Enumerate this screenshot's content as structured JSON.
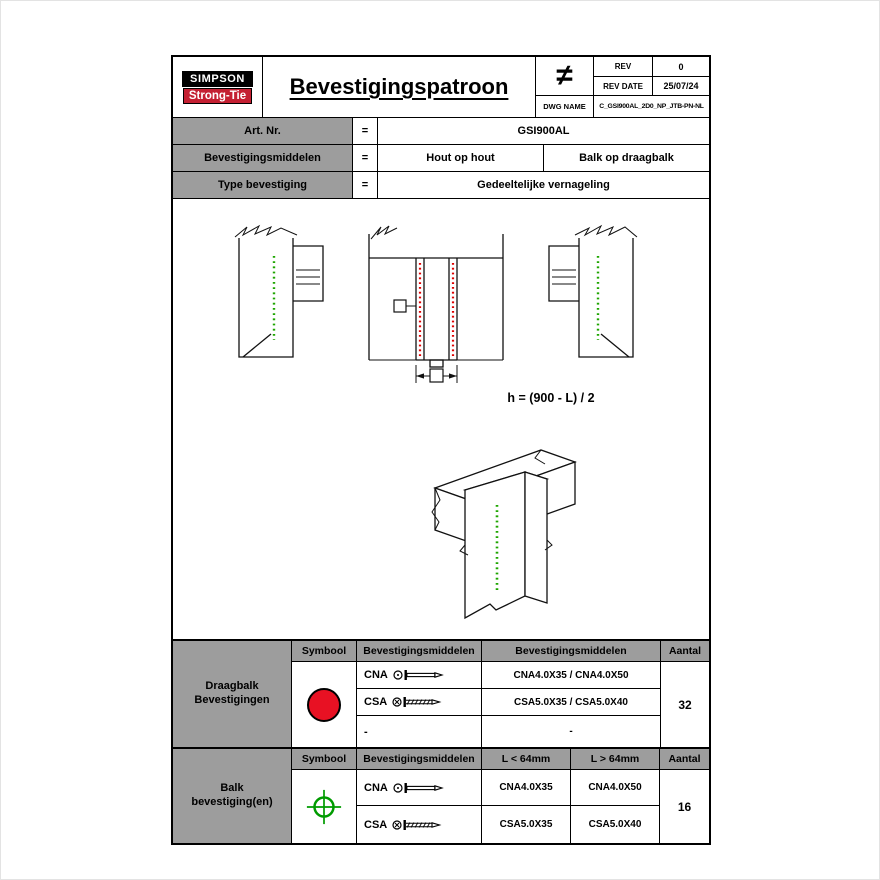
{
  "colors": {
    "header-gray": "#9d9d9d",
    "brand-red": "#c42032",
    "symbol-red": "#e81123",
    "symbol-green": "#009b00",
    "nail-green": "#1ea500",
    "nail-red": "#e00000"
  },
  "header": {
    "logo_line1": "SIMPSON",
    "logo_line2": "Strong-Tie",
    "title": "Bevestigingspatroon",
    "symbol": "≠",
    "rev_label": "REV",
    "rev_value": "0",
    "rev_date_label": "REV DATE",
    "rev_date_value": "25/07/24",
    "dwg_name_label": "DWG NAME",
    "dwg_name_value": "C_GSI900AL_2D0_NP_JTB-PN-NL"
  },
  "info": {
    "art_label": "Art. Nr.",
    "art_eq": "=",
    "art_value": "GSI900AL",
    "fasteners_label": "Bevestigingsmiddelen",
    "fasteners_eq": "=",
    "fasteners_value1": "Hout op hout",
    "fasteners_value2": "Balk op draagbalk",
    "type_label": "Type bevestiging",
    "type_eq": "=",
    "type_value": "Gedeeltelijke vernageling"
  },
  "drawing": {
    "formula": "h = (900 - L) / 2"
  },
  "table_draagbalk": {
    "row_label": "Draagbalk\nBevestigingen",
    "col_symbool": "Symbool",
    "col_type": "Bevestigingsmiddelen",
    "col_spec": "Bevestigingsmiddelen",
    "col_aantal": "Aantal",
    "rows": [
      {
        "type": "CNA",
        "spec": "CNA4.0X35 / CNA4.0X50"
      },
      {
        "type": "CSA",
        "spec": "CSA5.0X35 / CSA5.0X40"
      },
      {
        "type": "-",
        "spec": "-"
      }
    ],
    "aantal": "32"
  },
  "table_balk": {
    "row_label": "Balk\nbevestiging(en)",
    "col_symbool": "Symbool",
    "col_type": "Bevestigingsmiddelen",
    "col_short": "L < 64mm",
    "col_long": "L > 64mm",
    "col_aantal": "Aantal",
    "rows": [
      {
        "type": "CNA",
        "spec_short": "CNA4.0X35",
        "spec_long": "CNA4.0X50"
      },
      {
        "type": "CSA",
        "spec_short": "CSA5.0X35",
        "spec_long": "CSA5.0X40"
      }
    ],
    "aantal": "16"
  }
}
